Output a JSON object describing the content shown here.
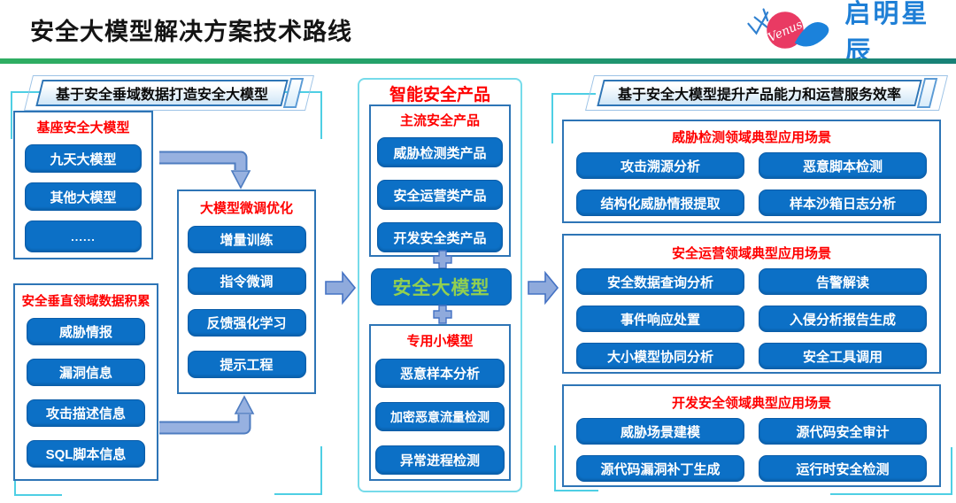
{
  "header": {
    "title": "安全大模型解决方案技术路线",
    "logo_mark": "Venus",
    "logo_text": "启明星辰"
  },
  "left_group": {
    "banner": "基于安全垂域数据打造安全大模型",
    "base_box": {
      "title": "基座安全大模型",
      "items": [
        "九天大模型",
        "其他大模型",
        "......"
      ]
    },
    "tuning_box": {
      "title": "大模型微调优化",
      "items": [
        "增量训练",
        "指令微调",
        "反馈强化学习",
        "提示工程"
      ]
    },
    "data_box": {
      "title": "安全垂直领域数据积累",
      "items": [
        "威胁情报",
        "漏洞信息",
        "攻击描述信息",
        "SQL脚本信息"
      ]
    }
  },
  "middle_group": {
    "title": "智能安全产品",
    "mainstream_box": {
      "title": "主流安全产品",
      "items": [
        "威胁检测类产品",
        "安全运营类产品",
        "开发安全类产品"
      ]
    },
    "core_model": "安全大模型",
    "small_box": {
      "title": "专用小模型",
      "items": [
        "恶意样本分析",
        "加密恶意流量检测",
        "异常进程检测"
      ]
    }
  },
  "right_group": {
    "banner": "基于安全大模型提升产品能力和运营服务效率",
    "sections": [
      {
        "title": "威胁检测领域典型应用场景",
        "items": [
          "攻击溯源分析",
          "恶意脚本检测",
          "结构化威胁情报提取",
          "样本沙箱日志分析"
        ]
      },
      {
        "title": "安全运营领域典型应用场景",
        "items": [
          "安全数据查询分析",
          "告警解读",
          "事件响应处置",
          "入侵分析报告生成",
          "大小模型协同分析",
          "安全工具调用"
        ]
      },
      {
        "title": "开发安全领域典型应用场景",
        "items": [
          "威胁场景建模",
          "源代码安全审计",
          "源代码漏洞补丁生成",
          "运行时安全检测"
        ]
      }
    ]
  },
  "colors": {
    "button_blue": "#0c70c6",
    "box_border_blue": "#2e75b6",
    "accent_red": "#ff0000",
    "core_green": "#92d050",
    "frame_cyan": "#4ecfe4",
    "arrow_fill": "#8faadc",
    "arrow_border": "#4472c4",
    "brand_blue": "#1e7fd6",
    "brand_pink": "#e93a63",
    "divider_green": "#23a06b"
  }
}
